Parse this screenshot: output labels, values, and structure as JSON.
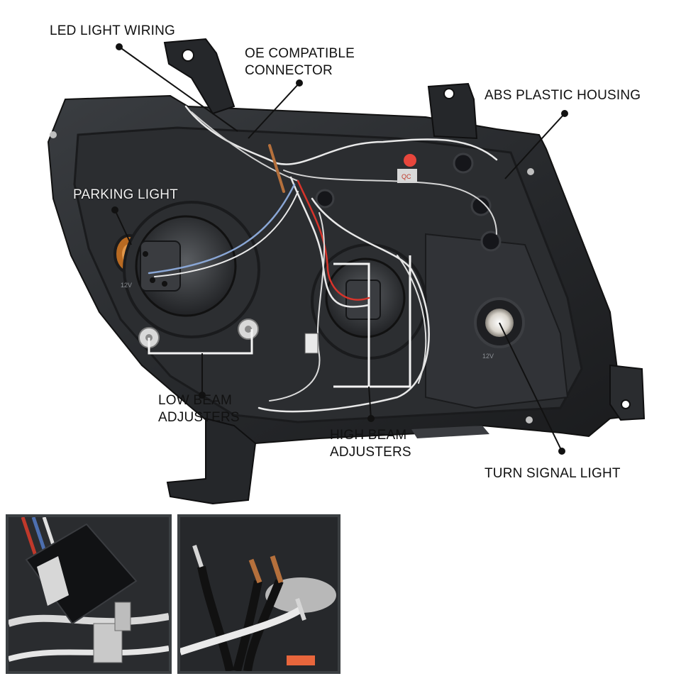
{
  "callouts": {
    "led_light_wiring": "LED LIGHT WIRING",
    "oe_connector_line1": "OE COMPATIBLE",
    "oe_connector_line2": "CONNECTOR",
    "abs_housing": "ABS PLASTIC HOUSING",
    "parking_light": "PARKING LIGHT",
    "low_beam_line1": "LOW BEAM",
    "low_beam_line2": "ADJUSTERS",
    "high_beam_line1": "HIGH BEAM",
    "high_beam_line2": "ADJUSTERS",
    "turn_signal": "TURN SIGNAL LIGHT"
  },
  "housing_marks": {
    "qc_sticker": "QC",
    "bulb_text_left": "12V",
    "bulb_text_right": "12V"
  },
  "colors": {
    "housing": "#2a2c2f",
    "housing_dark": "#151618",
    "wire_white": "#e9e9e9",
    "wire_red": "#d8342b",
    "wire_blue": "#8aa7d6",
    "copper": "#b5703c",
    "leader": "#111111",
    "qc_red": "#e8463c"
  }
}
